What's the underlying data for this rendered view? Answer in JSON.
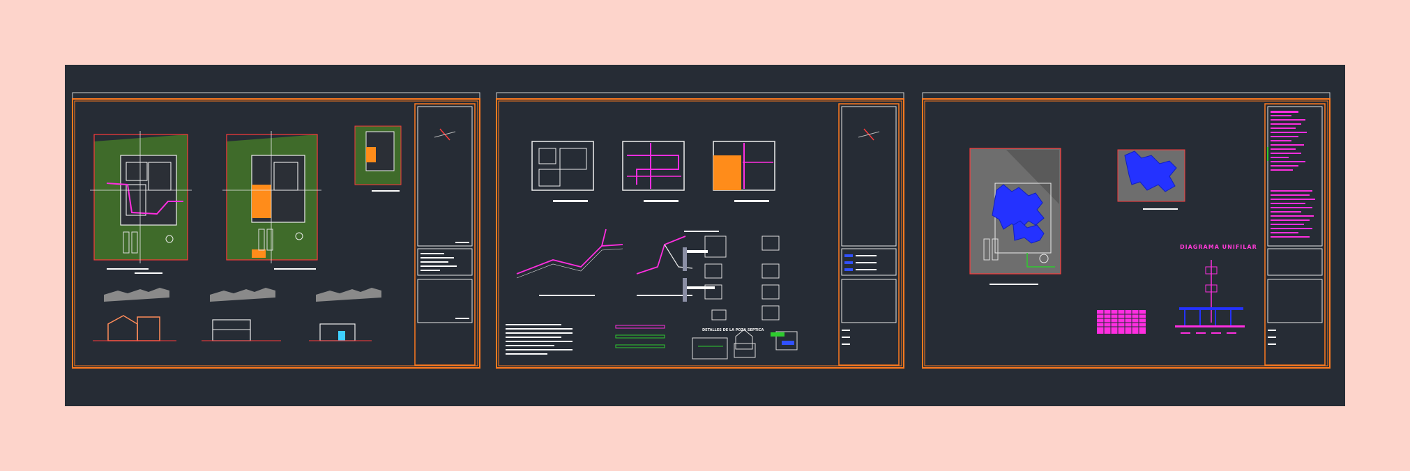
{
  "drawing": {
    "background_color": "#262c35",
    "page_color": "#fdd4cb",
    "frame_color": "#ff7a1e",
    "accent_magenta": "#ff2ee0",
    "accent_blue": "#2432ff",
    "accent_green": "#2ecc2e",
    "site_green": "#3f6b2a",
    "site_gray": "#6e6e6e",
    "sheets": [
      {
        "id": "architecture",
        "content": "floor plans, site plans, elevations, sections"
      },
      {
        "id": "sanitary",
        "content": "plumbing plans, isometrics, details",
        "detail_title": "DETALLES DE LA POZA SEPTICA"
      },
      {
        "id": "electrical",
        "content": "electrical plans, single-line diagram",
        "diagram_title": "DIAGRAMA UNIFILAR"
      }
    ]
  }
}
